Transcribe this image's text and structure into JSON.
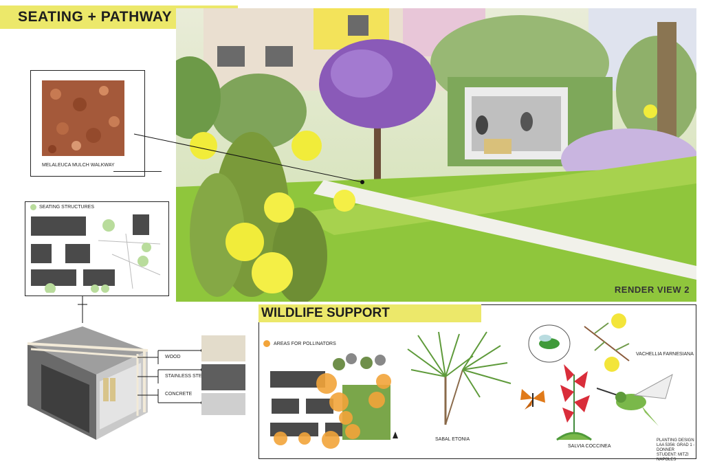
{
  "seating_section": {
    "title": "SEATING + PATHWAY",
    "mulch_label": "MELALEUCA MULCH WALKWAY",
    "render_label": "RENDER VIEW 2",
    "legend_label": "SEATING STRUCTURES",
    "materials": [
      "WOOD",
      "STAINLESS STEEL",
      "CONCRETE"
    ]
  },
  "wildlife_section": {
    "title": "WILDLIFE SUPPORT",
    "legend_label": "AREAS FOR POLLINATORS",
    "plants": {
      "sabal": "SABAL ETONIA",
      "salvia": "SALVIA COCCINEA",
      "vachellia": "VACHELLIA FARNESIANA"
    },
    "credits": [
      "PLANTING DESIGN",
      "LAA 5356: GRAD 1 - DONNER",
      "STUDENT: MITZI NAPOLES"
    ]
  },
  "colors": {
    "banner": "#ece86a",
    "pollinator": "#f2a43a",
    "seating_marker": "#b9dc9c",
    "building": "#4a4a4a"
  }
}
